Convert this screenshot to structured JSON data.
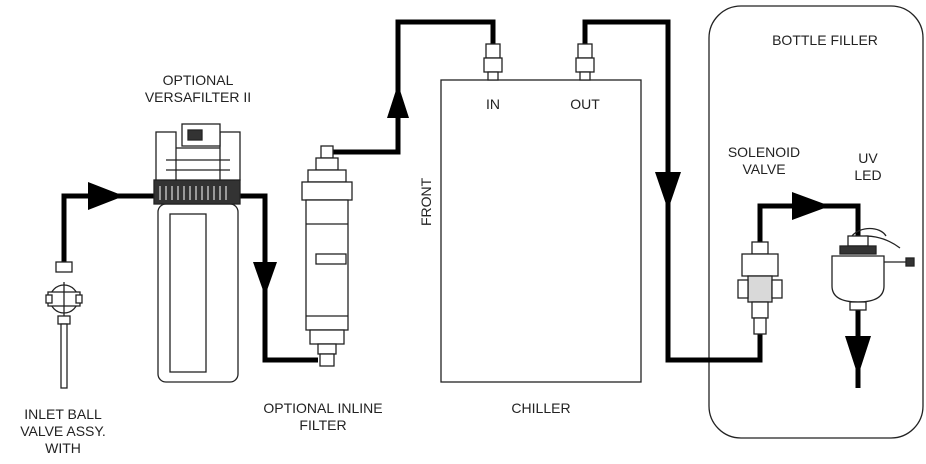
{
  "labels": {
    "versafilter_line1": "OPTIONAL",
    "versafilter_line2": "VERSAFILTER II",
    "bottle_filler": "BOTTLE FILLER",
    "chiller_in": "IN",
    "chiller_out": "OUT",
    "solenoid_line1": "SOLENOID",
    "solenoid_line2": "VALVE",
    "uv_line1": "UV",
    "uv_line2": "LED",
    "front": "FRONT",
    "inlet_line1": "INLET BALL",
    "inlet_line2": "VALVE ASSY.",
    "inlet_line3": "WITH",
    "inline_filter_line1": "OPTIONAL INLINE",
    "inline_filter_line2": "FILTER",
    "chiller": "CHILLER"
  },
  "colors": {
    "line": "#000000",
    "outline": "#222222",
    "background": "#ffffff"
  }
}
